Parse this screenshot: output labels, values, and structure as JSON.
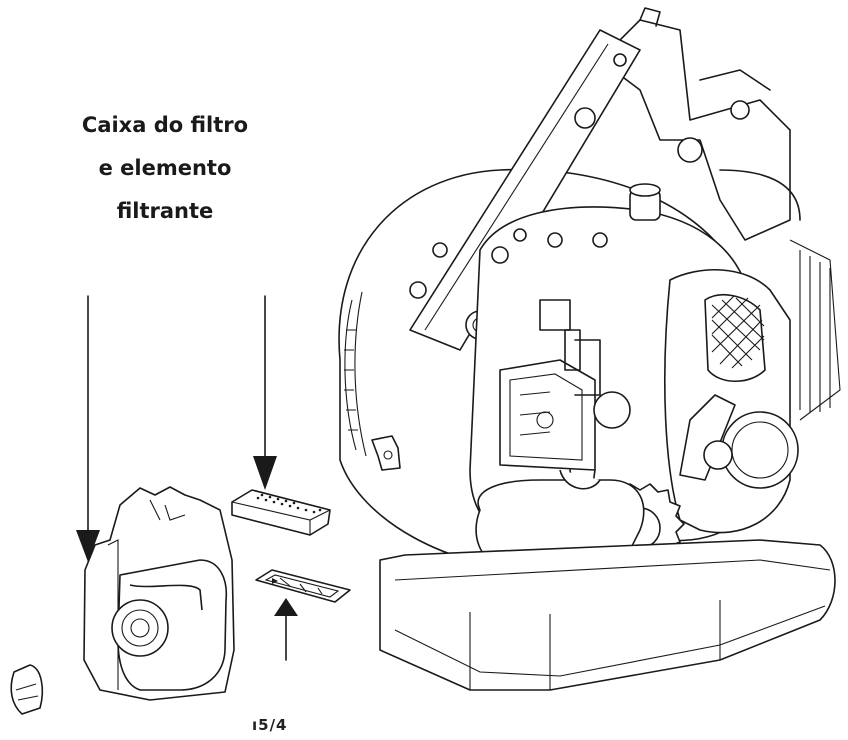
{
  "callout": {
    "lines": [
      "Caixa do filtro",
      "e elemento",
      "filtrante"
    ]
  },
  "partial_label": "ı5/4",
  "parts": [
    {
      "name": "blower-engine-unit",
      "icon": "leaf-blower-drawing"
    },
    {
      "name": "filter-case-cover",
      "icon": "filter-cover-drawing"
    },
    {
      "name": "filter-element-foam",
      "icon": "foam-filter-drawing"
    },
    {
      "name": "filter-screen",
      "icon": "screen-filter-drawing"
    },
    {
      "name": "knob",
      "icon": "knob-drawing"
    }
  ],
  "colors": {
    "line": "#1a1a1a",
    "background": "#ffffff"
  }
}
